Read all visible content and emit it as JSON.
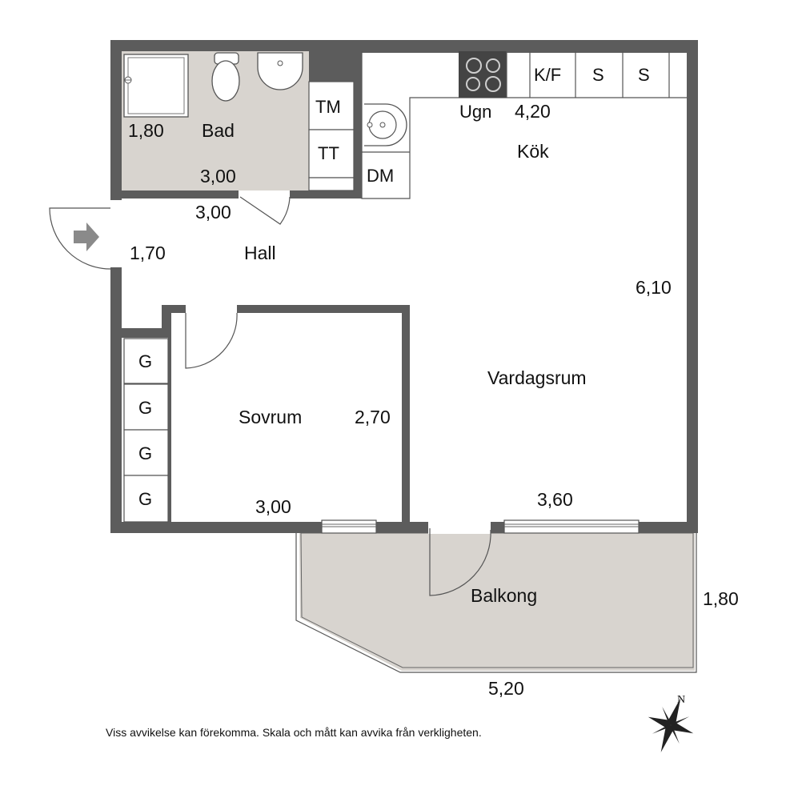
{
  "rooms": {
    "bad": "Bad",
    "kok": "Kök",
    "hall": "Hall",
    "vardagsrum": "Vardagsrum",
    "sovrum": "Sovrum",
    "balkong": "Balkong"
  },
  "dimensions": {
    "bad_width": "1,80",
    "bad_length": "3,00",
    "hall_length": "3,00",
    "hall_width": "1,70",
    "kok_width": "4,20",
    "vardagsrum_length": "6,10",
    "vardagsrum_width": "3,60",
    "sovrum_width": "2,70",
    "sovrum_length": "3,00",
    "balkong_depth": "1,80",
    "balkong_length": "5,20"
  },
  "fixtures": {
    "tm": "TM",
    "tt": "TT",
    "dm": "DM",
    "ugn": "Ugn",
    "kf": "K/F",
    "s1": "S",
    "s2": "S",
    "g1": "G",
    "g2": "G",
    "g3": "G",
    "g4": "G"
  },
  "compass": {
    "north": "N"
  },
  "disclaimer": "Viss avvikelse kan förekomma. Skala och mått kan avvika från verkligheten.",
  "colors": {
    "wall": "#5c5c5c",
    "wet_room_floor": "#d8d4cf",
    "balcony_floor": "#d8d4cf",
    "entrance_arrow": "#8a8a8a"
  }
}
